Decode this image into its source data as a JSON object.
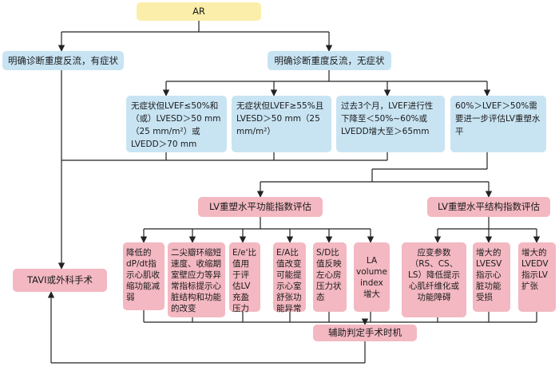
{
  "top": "AR",
  "branch_left": "明确诊断重度反流，有症状",
  "branch_right": "明确诊断重度反流，无症状",
  "criteria": [
    "无症状但LVEF≤50%和（或）LVESD＞50 mm（25 mm/m²）或LVEDD＞70 mm",
    "无症状但LVEF≥55%且LVESD＞50 mm（25 mm/m²）",
    "过去3个月，LVEF进行性下降至＜50%~60%或LVEDD增大至＞65mm",
    "60%＞LVEF＞50%需要进一步评估LV重塑水平"
  ],
  "func_title": "LV重塑水平功能指数评估",
  "struct_title": "LV重塑水平结构指数评估",
  "func_items": [
    "降低的dP/dt指示心肌收缩功能减弱",
    "二尖瓣环缩短速度、收缩期室壁应力等异常指标提示心脏结构和功能的改变",
    "E/e'比值用于评估LV充盈压力",
    "E/A比值改变可能提示心室舒张功能异常",
    "S/D比值反映左心房压力状态",
    "LA volume index增大"
  ],
  "struct_items": [
    "应变参数（RS、CS、LS）降低提示心肌纤维化或功能障碍",
    "增大的LVESV指示心脏功能受损",
    "增大的LVEDV指示LV扩张"
  ],
  "tavi": "TAVI或外科手术",
  "aux": "辅助判定手术时机"
}
